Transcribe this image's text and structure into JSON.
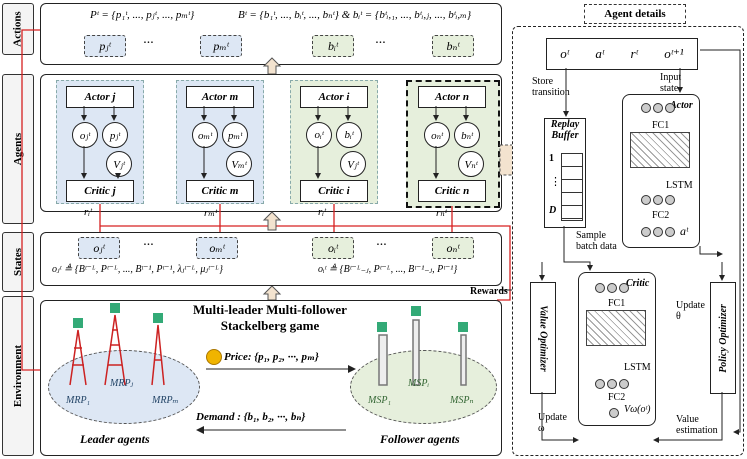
{
  "sides": {
    "actions": "Actions",
    "agents": "Agents",
    "states": "States",
    "environment": "Environment"
  },
  "actions": {
    "p_set": "Pᵗ = {p₁ᵗ, ..., pⱼᵗ, ..., pₘᵗ}",
    "b_set": "Bᵗ = {b₁ᵗ, ..., bᵢᵗ, ..., bₙᵗ} & bᵢᵗ = {bᵗᵢ,₁, ..., bᵗᵢ,ⱼ, ..., bᵗᵢ,ₘ}",
    "boxes": [
      "pⱼᵗ",
      "pₘᵗ",
      "bᵢᵗ",
      "bₙᵗ"
    ],
    "dots": "···"
  },
  "agents": [
    {
      "actor": "Actor j",
      "critic": "Critic j",
      "o": "oⱼᵗ",
      "a": "pⱼᵗ",
      "v": "Vⱼᵗ",
      "r": "rᵢᵗ"
    },
    {
      "actor": "Actor m",
      "critic": "Critic m",
      "o": "oₘᵗ",
      "a": "pₘᵗ",
      "v": "Vₘᵗ",
      "r": "rₘᵗ"
    },
    {
      "actor": "Actor i",
      "critic": "Critic i",
      "o": "oᵢᵗ",
      "a": "bᵢᵗ",
      "v": "Vⱼᵗ",
      "r": "rᵢᵗ"
    },
    {
      "actor": "Actor n",
      "critic": "Critic n",
      "o": "oₙᵗ",
      "a": "bₙᵗ",
      "v": "Vₙᵗ",
      "r": "rₙᵗ"
    }
  ],
  "states": {
    "boxes": [
      "oⱼᵗ",
      "oₘᵗ",
      "oᵢᵗ",
      "oₙᵗ"
    ],
    "eq_left": "oⱼᵗ ≜ {Bᵗ⁻ᴸ, Pᵗ⁻ᴸ, ..., Bᵗ⁻¹, Pᵗ⁻¹, λⱼᵗ⁻ᴸ, μⱼᵗ⁻ᴸ}",
    "eq_right": "oᵢᵗ ≜ {Bᵗ⁻ᴸ₋ⱼ, Pᵗ⁻ᴸ, ..., Bᵗ⁻¹₋ⱼ, Pᵗ⁻¹}",
    "rewards": "Rewards"
  },
  "environment": {
    "title_line1": "Multi-leader Multi-follower",
    "title_line2": "Stackelberg game",
    "price": "Price: {p₁, p₂, ···, pₘ}",
    "demand": "Demand : {b₁, b₂, ···, bₙ}",
    "leader": "Leader agents",
    "follower": "Follower agents",
    "mrp1": "MRP₁",
    "mrpj": "MRPⱼ",
    "mrpm": "MRPₘ",
    "msp1": "MSP₁",
    "mspi": "MSPᵢ",
    "mspn": "MSPₙ"
  },
  "details": {
    "title": "Agent details",
    "tuple": [
      "oᵗ",
      "aᵗ",
      "rᵗ",
      "oᵗ⁺¹"
    ],
    "store": "Store transition",
    "input_state": "Input state",
    "replay": "Replay Buffer",
    "buffer_rows": [
      "1",
      "⋮",
      "D"
    ],
    "actor": "Actor",
    "fc1": "FC1",
    "lstm": "LSTM",
    "fc2": "FC2",
    "a_out": "aᵗ",
    "sample": "Sample batch data",
    "critic": "Critic",
    "v_out": "Vω(oᵗ)",
    "value_opt": "Value Optimizer",
    "policy_opt": "Policy Optimizer",
    "update_omega": "Update ω",
    "update_theta": "Update θ",
    "value_est": "Value estimation"
  },
  "colors": {
    "leader_bg": "#dde7f4",
    "follower_bg": "#e6efdc",
    "red": "#d62020"
  }
}
